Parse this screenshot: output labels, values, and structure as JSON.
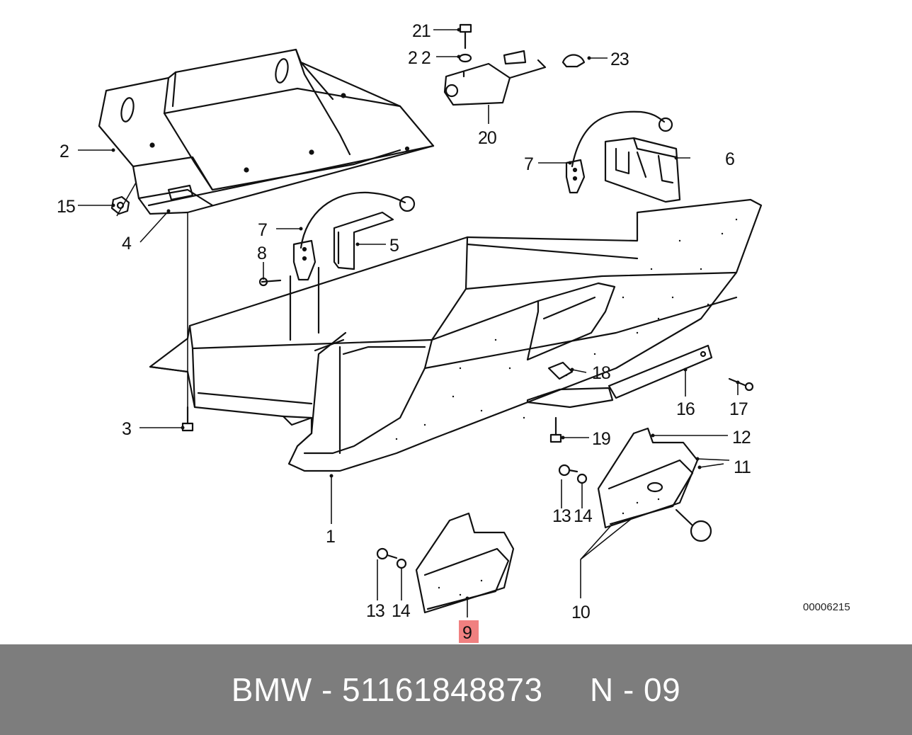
{
  "diagram": {
    "labels": {
      "p1": "1",
      "p2": "2",
      "p3": "3",
      "p4": "4",
      "p5": "5",
      "p6": "6",
      "p7a": "7",
      "p7b": "7",
      "p8": "8",
      "p9": "9",
      "p10": "10",
      "p11": "11",
      "p12": "12",
      "p13a": "13",
      "p13b": "13",
      "p14a": "14",
      "p14b": "14",
      "p15": "15",
      "p16": "16",
      "p17": "17",
      "p18": "18",
      "p19": "19",
      "p20": "20",
      "p21": "21",
      "p22": "2 2",
      "p23": "23"
    },
    "reference_code": "00006215",
    "highlight_label": "9",
    "highlight_color": "#f08080"
  },
  "footer": {
    "text": "BMW - 51161848873     N - 09",
    "background": "#7d7d7d"
  }
}
